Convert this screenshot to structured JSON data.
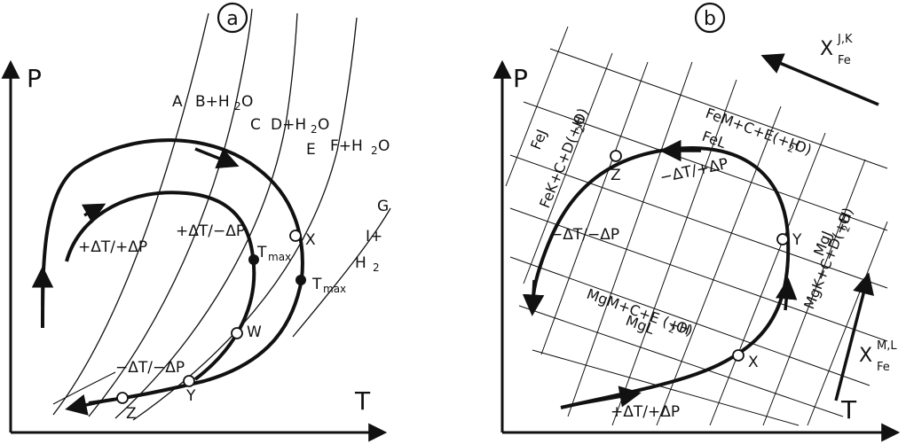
{
  "panel_a": {
    "label": "a",
    "axis_p": "P",
    "axis_t": "T",
    "fields": [
      "A",
      "B+H",
      "C",
      "D+H",
      "E",
      "F+H",
      "G",
      "I+",
      "H"
    ],
    "points": [
      "Z",
      "Y",
      "W",
      "X"
    ],
    "tmax_label": "T",
    "tmax_sub": "max",
    "arrow_up_down": "+ΔT/+ΔP",
    "arrow_mid": "+ΔT/−ΔP",
    "arrow_low": "−ΔT/−ΔP",
    "water_sub": "2",
    "water_o": "O"
  },
  "panel_b": {
    "label": "b",
    "axis_p": "P",
    "axis_t": "T",
    "points": [
      "Z",
      "Y",
      "X"
    ],
    "feje": "FeJ",
    "fek": "FeK+C+D(+H",
    "fem": "FeM+C+E(+H",
    "fel": "FeL",
    "mgj": "MgJ",
    "mgk": "MgK+C+D(+H",
    "mgm": "MgM+C+E (+H",
    "mgl": "MgL",
    "dt_top": "−ΔT/+ΔP",
    "dt_left": "−ΔT/−ΔP",
    "dt_bottom": "+ΔT/+ΔP",
    "x_fe_top": "X",
    "x_fe_top_sup": "J,K",
    "x_fe_top_sub": "Fe",
    "x_fe_right": "X",
    "x_fe_right_sup": "M,L",
    "x_fe_right_sub": "Fe",
    "water_sub": "2",
    "water_o": "O)"
  }
}
